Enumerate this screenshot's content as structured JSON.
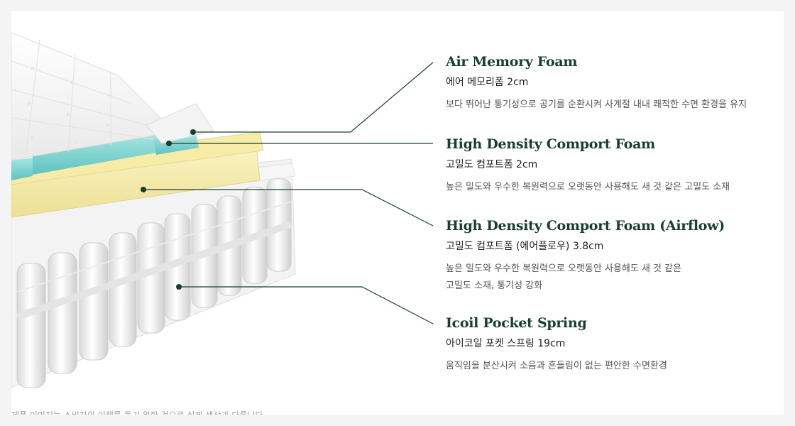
{
  "layers": [
    {
      "title": "Air Memory Foam",
      "subtitle": "에어 메모리폼 2cm",
      "description": [
        "보다 뛰어난 통기성으로 공기를 순환시켜 사계절 내내 쾌적한 수면 환경을 유지"
      ]
    },
    {
      "title": "High Density Comport Foam",
      "subtitle": "고밀도 컴포트폼 2cm",
      "description": [
        "높은 밀도와 우수한 복원력으로 오랫동안 사용해도 새 것 같은 고밀도 소재"
      ]
    },
    {
      "title": "High Density Comport Foam (Airflow)",
      "subtitle": "고밀도 컴포트폼 (에어플로우) 3.8cm",
      "description": [
        "높은 밀도와 우수한 복원력으로 오랫동안 사용해도 새 것 같은",
        "고밀도 소재, 통기성 강화"
      ]
    },
    {
      "title": "Icoil Pocket Spring",
      "subtitle": "아이코일 포켓 스프링 19cm",
      "description": [
        "움직임을 분산시켜 소음과 흔들림이 없는 편안한 수면환경"
      ]
    }
  ],
  "footnote": "제품 이미지는 소비자의 이해를 돕기 위한 것으로 실제 색상과 다릅니다.",
  "colors": {
    "title": "#173f2c",
    "line": "#173f2c",
    "memory_foam": "#7dd3d1",
    "comfort_foam": "#f3e9a6",
    "airflow_foam": "#f5eeb8"
  }
}
